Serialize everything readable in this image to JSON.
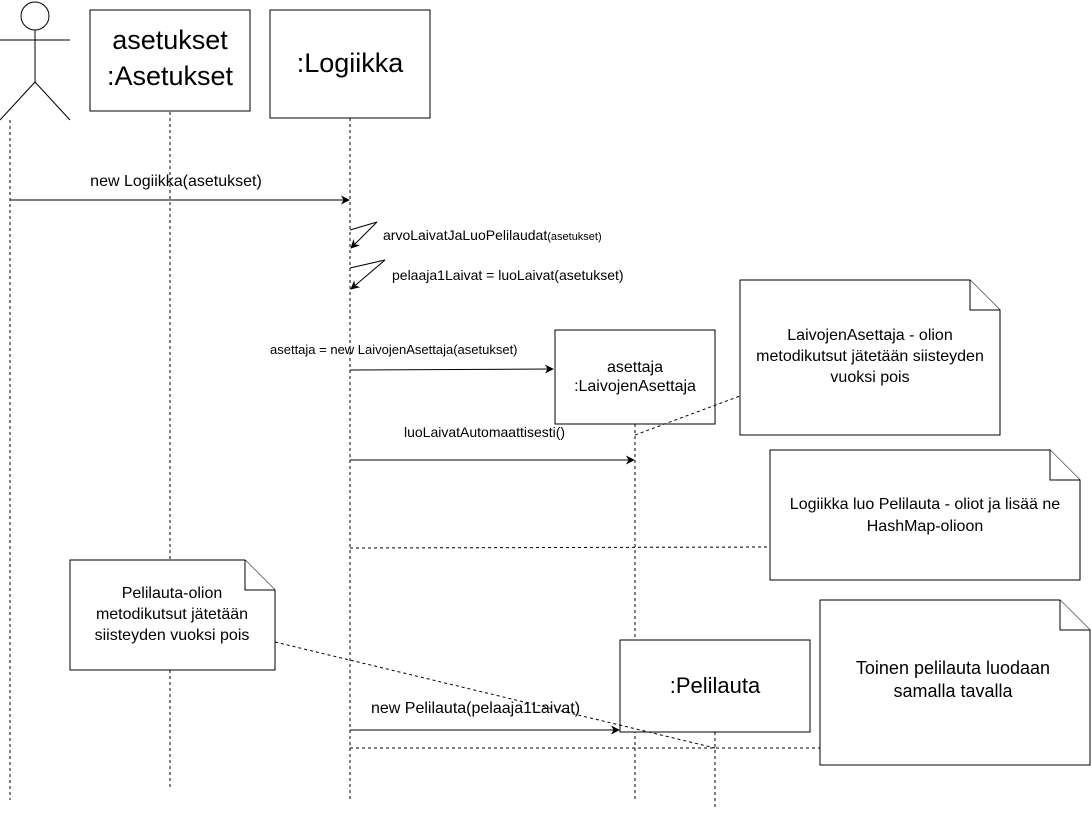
{
  "lifelines": {
    "asetukset": {
      "line1": "asetukset",
      "line2": ":Asetukset"
    },
    "logiikka": {
      "label": ":Logiikka"
    },
    "asettaja": {
      "line1": "asettaja",
      "line2": ":LaivojenAsettaja"
    },
    "pelilauta": {
      "label": ":Pelilauta"
    }
  },
  "messages": {
    "new_logiikka": "new Logiikka(asetukset)",
    "arvo_main": "arvoLaivatJaLuoPelilaudat",
    "arvo_small": "(asetukset)",
    "pelaaja1": "pelaaja1Laivat = luoLaivat(asetukset)",
    "asettaja_new": "asettaja = new LaivojenAsettaja(asetukset)",
    "luo_auto": "luoLaivatAutomaattisesti()",
    "new_pelilauta": "new Pelilauta(pelaaja1Laivat)"
  },
  "notes": {
    "laivojen": [
      "LaivojenAsettaja - olion",
      "metodikutsut jätetään siisteyden",
      "vuoksi pois"
    ],
    "logiikka_luo": [
      "Logiikka luo Pelilauta - oliot ja lisää ne",
      "HashMap-olioon"
    ],
    "pelilauta_olion": [
      "Pelilauta-olion",
      "metodikutsut jätetään",
      "siisteyden vuoksi pois"
    ],
    "toinen": [
      "Toinen pelilauta luodaan",
      "samalla tavalla"
    ]
  }
}
